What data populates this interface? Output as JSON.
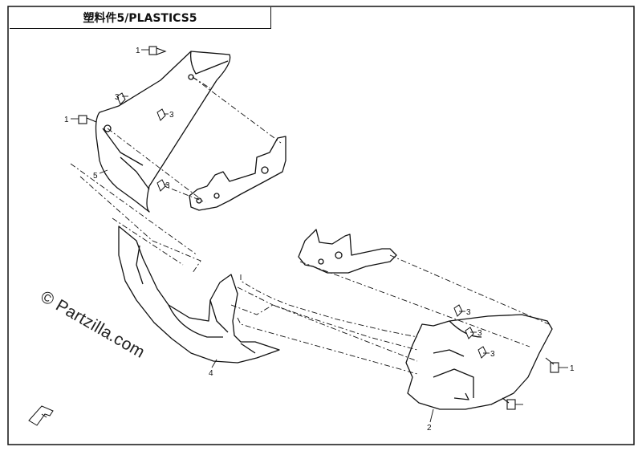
{
  "title": "塑料件5/PLASTICS5",
  "watermark": "© Partzilla.com",
  "callouts": {
    "c1a": "1",
    "c1b": "1",
    "c1c": "1",
    "c3a": "3",
    "c3b": "3",
    "c3c": "3",
    "c3d": "3",
    "c3e": "3",
    "c3f": "3",
    "c5": "5",
    "c4": "4",
    "c2": "2"
  },
  "colors": {
    "line": "#111111",
    "background": "#ffffff"
  },
  "icons": [
    "bolt-icon",
    "clip-icon",
    "front-direction-icon"
  ]
}
